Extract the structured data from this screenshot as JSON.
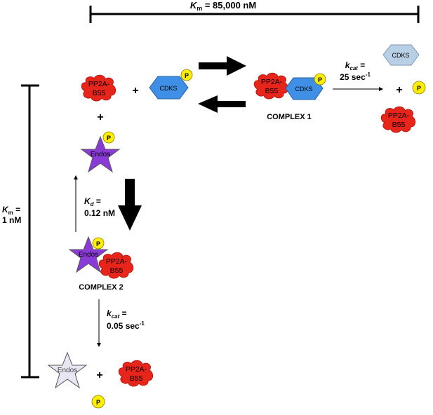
{
  "km_top": {
    "k": "K",
    "sub": "m",
    "rest": " =  85,000 nM"
  },
  "km_left": {
    "k": "K",
    "sub": "m",
    "rest": " =",
    "line2": "1 nM"
  },
  "labels": {
    "pp2a_line1": "PP2A-",
    "pp2a_line2": "B55",
    "cdks": "CDKS",
    "phospho": "P",
    "endos": "Endos",
    "plus": "+"
  },
  "complex1": "COMPLEX 1",
  "complex2": "COMPLEX 2",
  "kcat1": {
    "k": "k",
    "sub": "cat",
    "rest": " =",
    "value": "25 sec",
    "sup": "-1"
  },
  "kcat2": {
    "k": "k",
    "sub": "cat",
    "rest": " =",
    "value": "0.05 sec",
    "sup": "-1"
  },
  "kd": {
    "k": "K",
    "sub": "d",
    "rest": " =",
    "value": "0.12 nM"
  },
  "colors": {
    "pp2a": "#e8251a",
    "cdks_active": "#3f8fe6",
    "cdks_inactive": "#b8cfe6",
    "phospho": "#ffee00",
    "endos_active": "#8a3ad6",
    "endos_inactive": "#e8e6f2"
  }
}
